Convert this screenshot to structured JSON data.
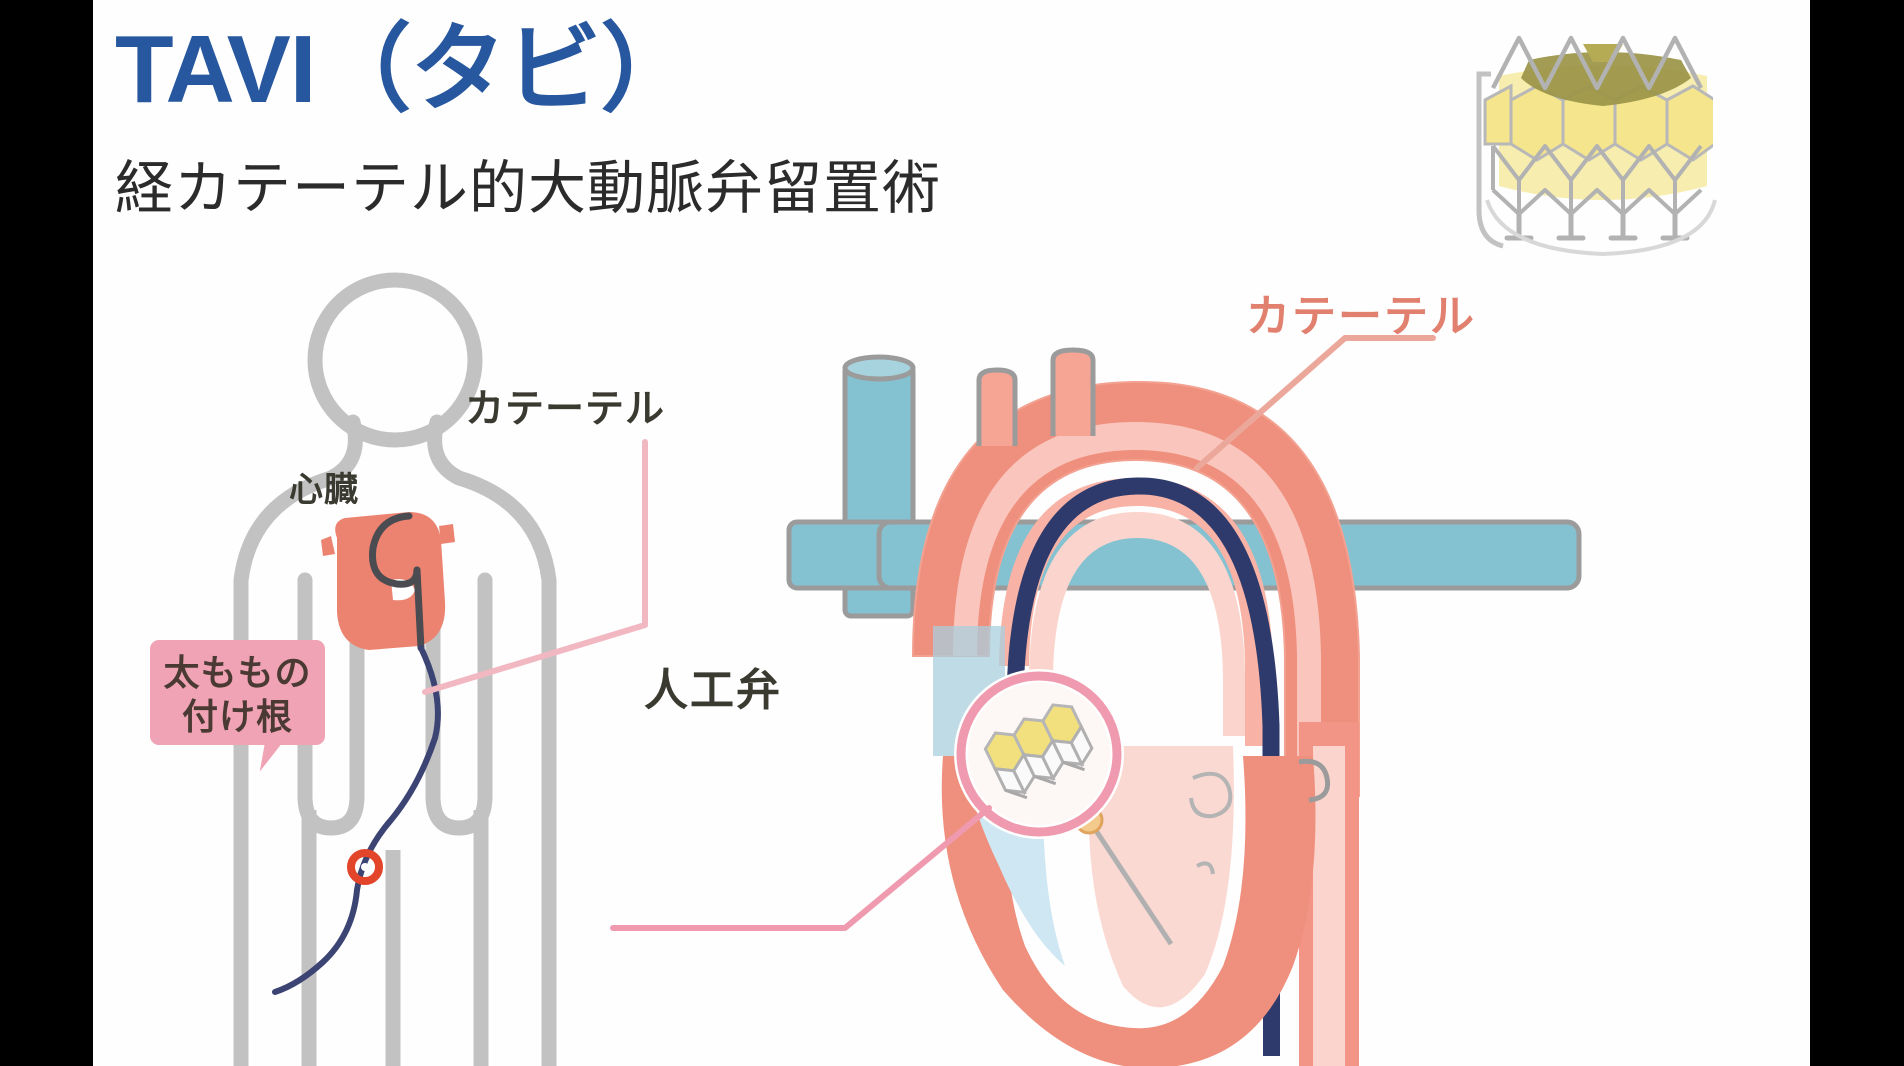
{
  "page": {
    "title": "TAVI（タビ）",
    "subtitle": "経カテーテル的大動脈弁留置術"
  },
  "colors": {
    "title_blue": "#27579e",
    "label_dark": "#3b3a30",
    "catheter_red": "#e2806f",
    "callout_pink": "#f0a3b4",
    "leader_pink": "#f2b8c2",
    "body_gray": "#bfbfbf",
    "heart_salmon": "#ec8370",
    "aorta_salmon": "#ef8f7d",
    "aorta_light": "#fac5bc",
    "vein_teal": "#84c2d2",
    "chamber_blue": "#cfe7f2",
    "chamber_pink": "#f9d7d1",
    "catheter_navy": "#2e3a6b",
    "stent_gray": "#b6b6b6",
    "valve_yellow": "#f2e07e",
    "valve_olive": "#a19a49",
    "entry_red": "#e2452a",
    "letterbox": "#000000"
  },
  "labels": {
    "catheter_left": "カテーテル",
    "heart": "心臓",
    "catheter_right": "カテーテル",
    "prosthetic_valve": "人工弁",
    "groin_line1": "太ももの",
    "groin_line2": "付け根"
  },
  "figures": {
    "stent_valve_badge": "stent-valve-graphic",
    "body_silhouette": "human-body-outline",
    "heart_cross_section": "heart-anatomy-diagram",
    "magnifier": "magnifier-circle-stent"
  }
}
